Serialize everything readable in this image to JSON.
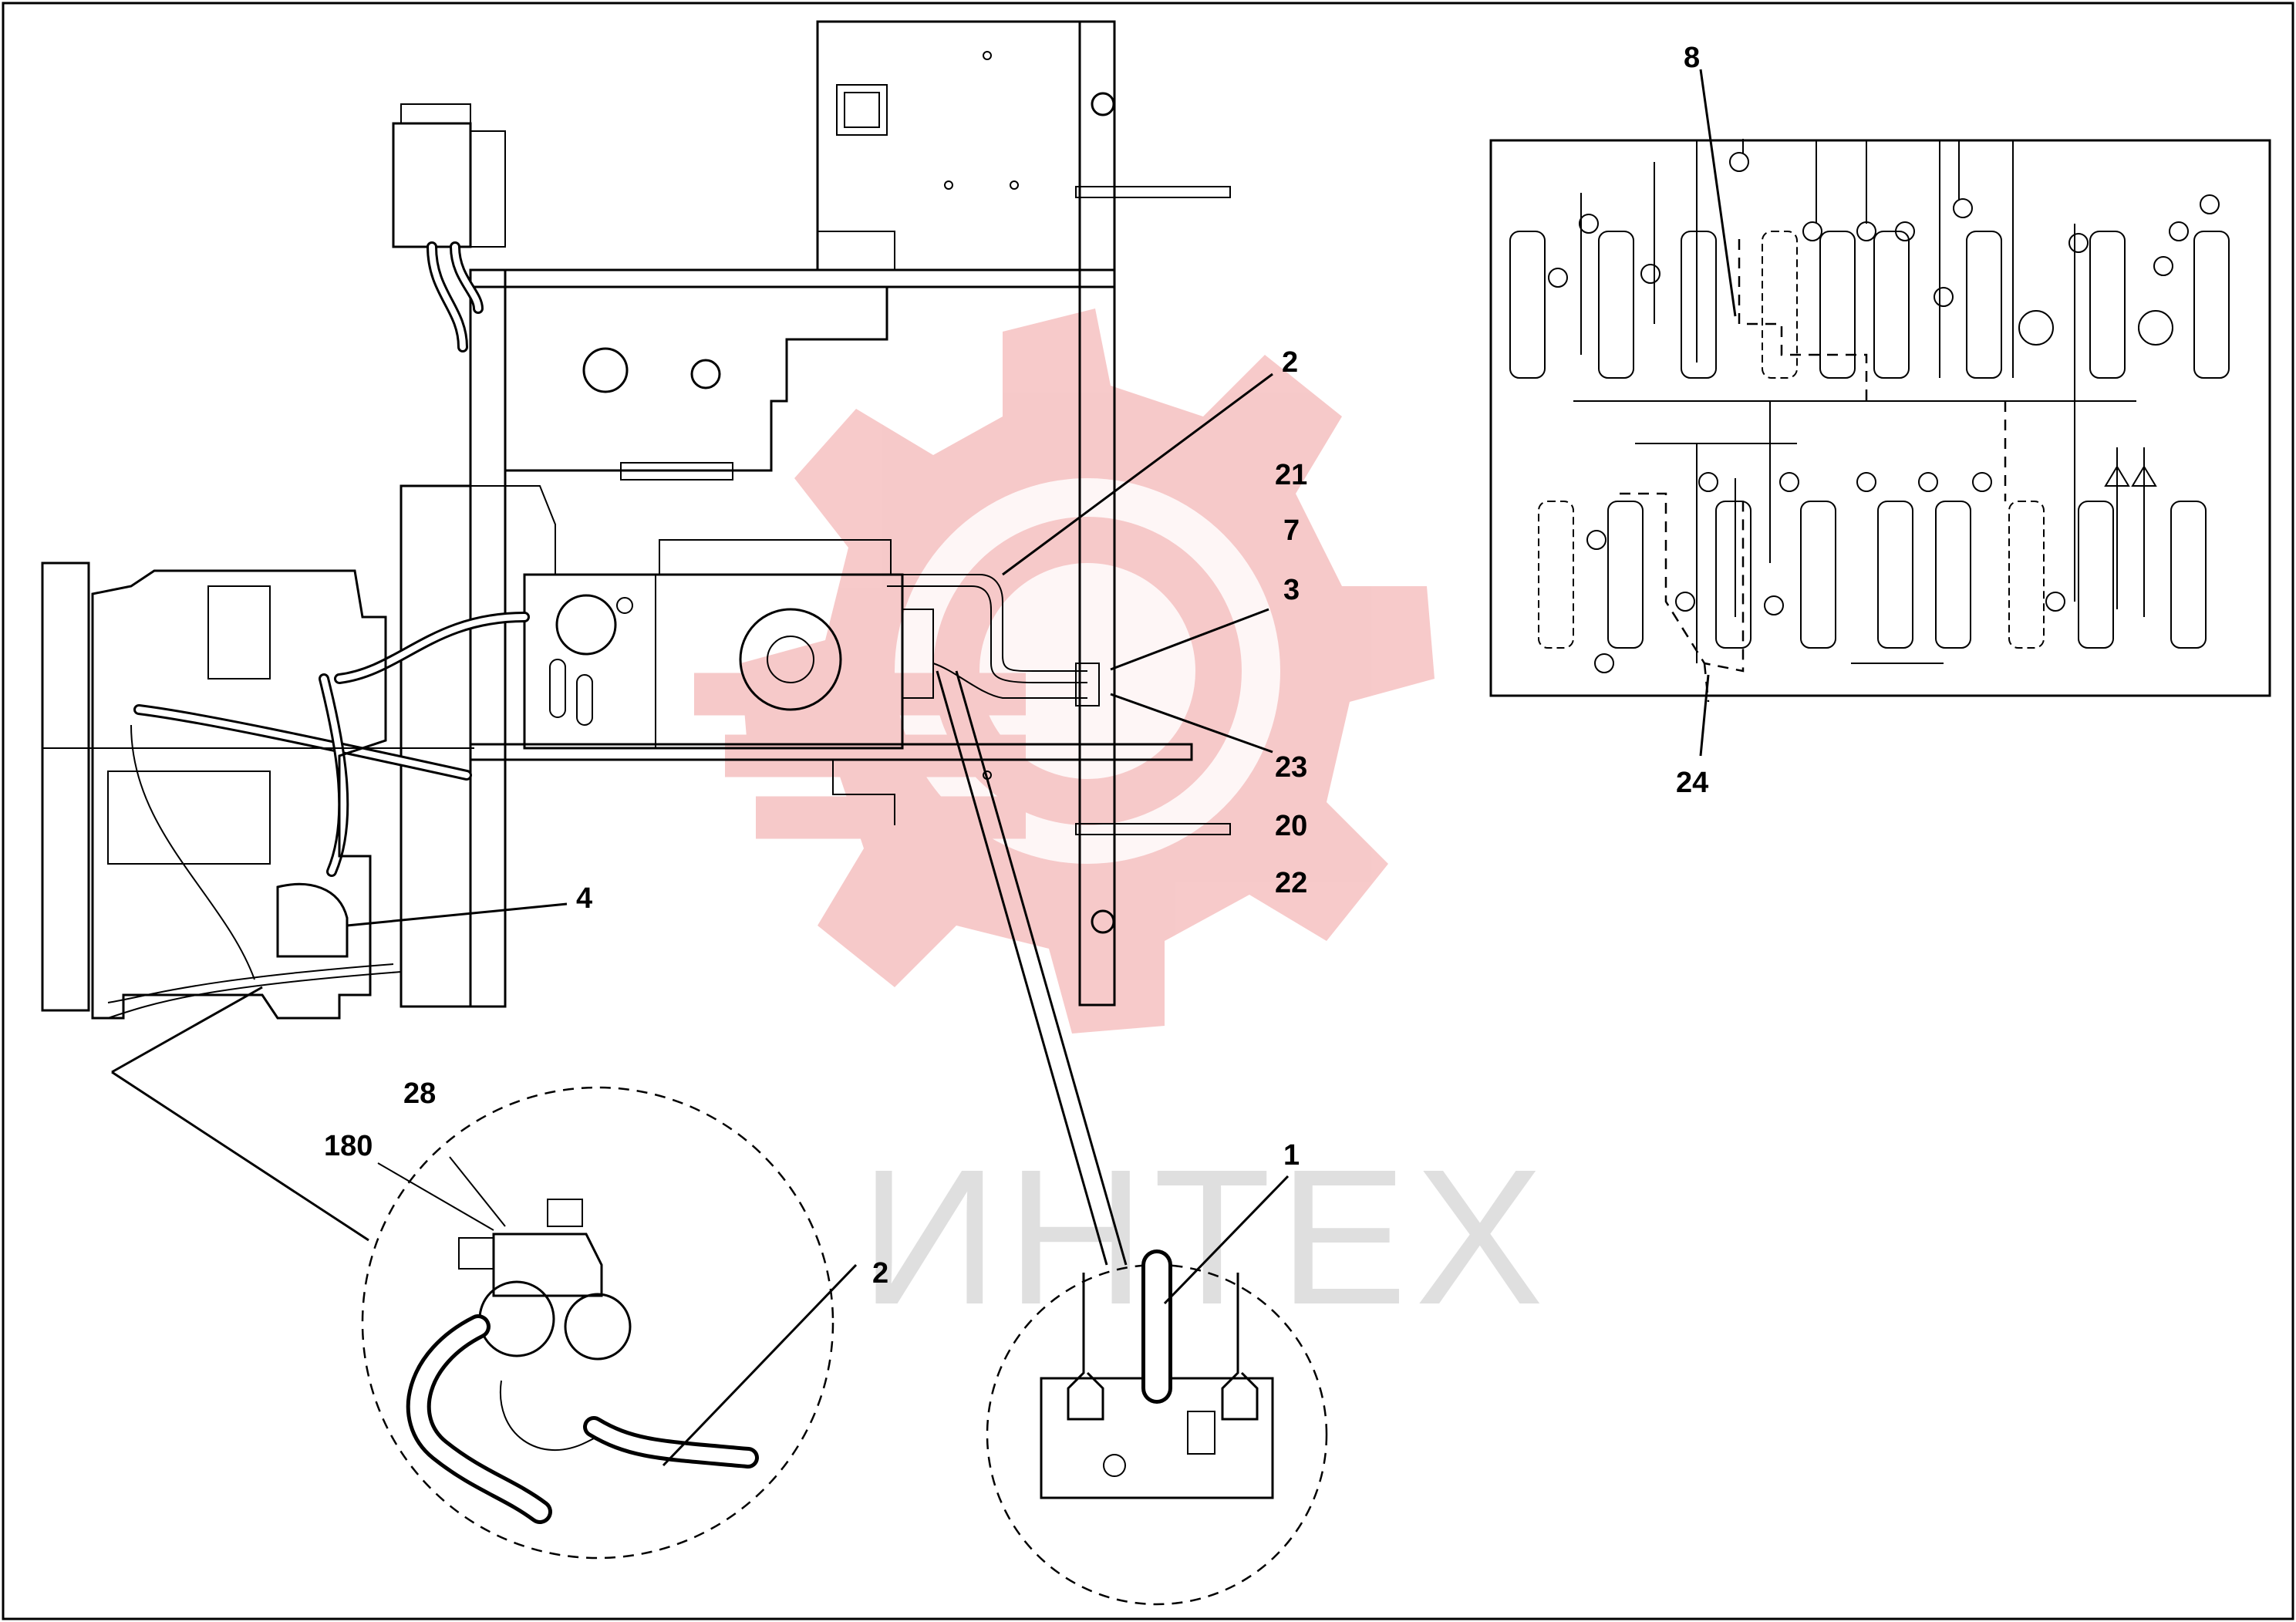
{
  "watermark": {
    "text": "ИНТЕХ",
    "color": "#f3b3b3"
  },
  "callouts": {
    "c8": "8",
    "c2_top": "2",
    "c21": "21",
    "c7": "7",
    "c3": "3",
    "c23": "23",
    "c20": "20",
    "c22": "22",
    "c24": "24",
    "c4": "4",
    "c28": "28",
    "c180": "180",
    "c1": "1",
    "c2_bottom": "2"
  }
}
